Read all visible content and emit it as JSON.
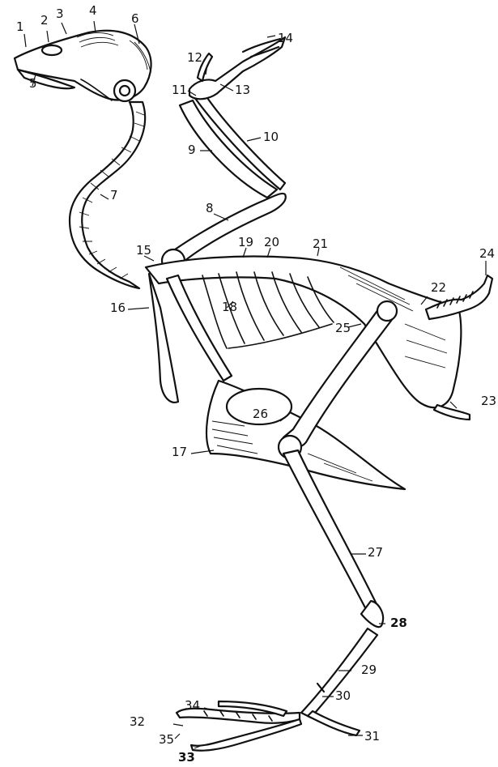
{
  "labels": [
    {
      "text": "1"
    },
    {
      "text": "2"
    },
    {
      "text": "3"
    },
    {
      "text": "4"
    },
    {
      "text": "5"
    },
    {
      "text": "6"
    },
    {
      "text": "7"
    },
    {
      "text": "8"
    },
    {
      "text": "9"
    },
    {
      "text": "10"
    },
    {
      "text": "11"
    },
    {
      "text": "12"
    },
    {
      "text": "13"
    },
    {
      "text": "14"
    },
    {
      "text": "15"
    },
    {
      "text": "16"
    },
    {
      "text": "17"
    },
    {
      "text": "18"
    },
    {
      "text": "19"
    },
    {
      "text": "20"
    },
    {
      "text": "21"
    },
    {
      "text": "22"
    },
    {
      "text": "23"
    },
    {
      "text": "24"
    },
    {
      "text": "25"
    },
    {
      "text": "26"
    },
    {
      "text": "27"
    },
    {
      "text": "28"
    },
    {
      "text": "29"
    },
    {
      "text": "30"
    },
    {
      "text": "31"
    },
    {
      "text": "32"
    },
    {
      "text": "33"
    },
    {
      "text": "34"
    },
    {
      "text": "35"
    }
  ],
  "colors": {
    "ink": "#111111",
    "background": "#ffffff"
  }
}
